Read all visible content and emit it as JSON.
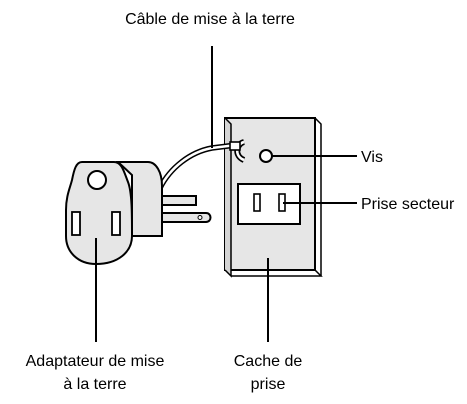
{
  "labels": {
    "ground_cable": "Câble de mise à la terre",
    "screw": "Vis",
    "outlet": "Prise secteur",
    "adapter_line1": "Adaptateur de mise",
    "adapter_line2": "à la terre",
    "cover_line1": "Cache de",
    "cover_line2": "prise"
  },
  "colors": {
    "stroke": "#000000",
    "fill": "#e6e6e6",
    "background": "#ffffff"
  }
}
